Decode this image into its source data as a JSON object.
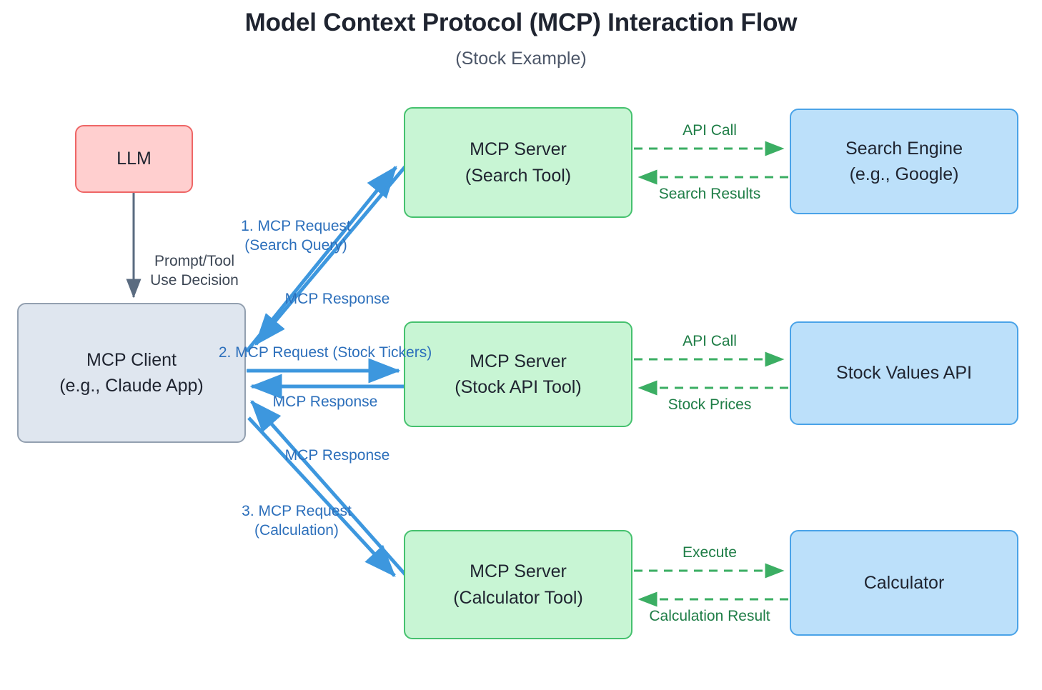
{
  "header": {
    "title": "Model Context Protocol (MCP) Interaction Flow",
    "subtitle": "(Stock Example)"
  },
  "colors": {
    "llm_fill": "#FFCFCF",
    "llm_stroke": "#EE6666",
    "client_fill": "#DFE6EF",
    "client_stroke": "#93A0B0",
    "server_fill": "#C8F5D4",
    "server_stroke": "#45C16E",
    "external_fill": "#BCE0FA",
    "external_stroke": "#4AA3E8",
    "mcp_edge": "#3D97DE",
    "api_edge": "#3BAE63",
    "llm_edge": "#5A6B80",
    "text": "#1f2430"
  },
  "nodes": {
    "llm": {
      "line1": "LLM",
      "line2": ""
    },
    "client": {
      "line1": "MCP Client",
      "line2": "(e.g., Claude App)"
    },
    "server_search": {
      "line1": "MCP Server",
      "line2": "(Search Tool)"
    },
    "server_stock": {
      "line1": "MCP Server",
      "line2": "(Stock API Tool)"
    },
    "server_calc": {
      "line1": "MCP Server",
      "line2": "(Calculator Tool)"
    },
    "search_engine": {
      "line1": "Search Engine",
      "line2": "(e.g., Google)"
    },
    "stock_api": {
      "line1": "Stock Values API",
      "line2": ""
    },
    "calculator": {
      "line1": "Calculator",
      "line2": ""
    }
  },
  "edges": {
    "llm_to_client": {
      "line1": "Prompt/Tool",
      "line2": "Use Decision"
    },
    "client_to_search_req": {
      "line1": "1. MCP Request",
      "line2": "(Search Query)"
    },
    "search_to_client_resp": {
      "line1": "MCP Response"
    },
    "client_to_stock_req": {
      "line1": "2. MCP Request (Stock Tickers)"
    },
    "stock_to_client_resp": {
      "line1": "MCP Response"
    },
    "client_to_calc_req": {
      "line1": "3. MCP Request",
      "line2": "(Calculation)"
    },
    "calc_to_client_resp": {
      "line1": "MCP Response"
    },
    "search_api_call": {
      "line1": "API Call"
    },
    "search_results": {
      "line1": "Search Results"
    },
    "stock_api_call": {
      "line1": "API Call"
    },
    "stock_prices": {
      "line1": "Stock Prices"
    },
    "calc_execute": {
      "line1": "Execute"
    },
    "calc_result": {
      "line1": "Calculation Result"
    }
  }
}
